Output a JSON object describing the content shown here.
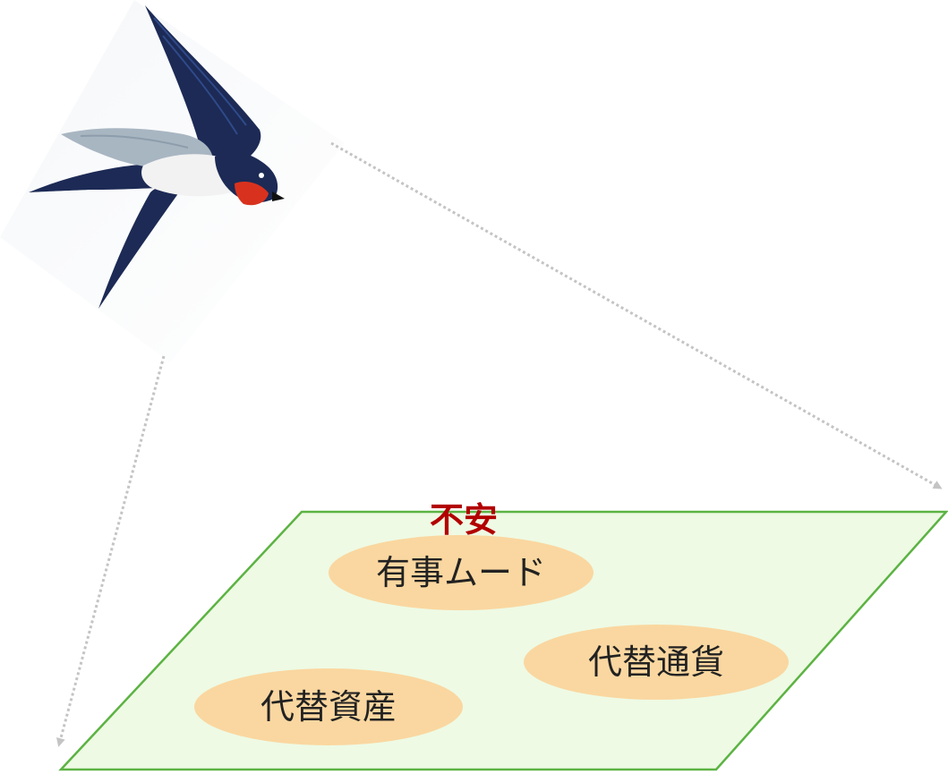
{
  "diagram": {
    "heading": "不安",
    "bubbles": [
      {
        "label": "有事ムード"
      },
      {
        "label": "代替通貨"
      },
      {
        "label": "代替資産"
      }
    ]
  },
  "colors": {
    "plane_fill": "#eefae4",
    "plane_stroke": "#5cb343",
    "bubble_fill": "#fad7a0",
    "heading_color": "#b20000",
    "arrow_color": "#c4c4c4",
    "bird_back": "#1c2a55",
    "bird_throat": "#d8321e",
    "bird_belly": "#f2f2f2",
    "bird_wing_light": "#a8b6c2"
  },
  "icons": {
    "bird": "swallow-icon"
  }
}
